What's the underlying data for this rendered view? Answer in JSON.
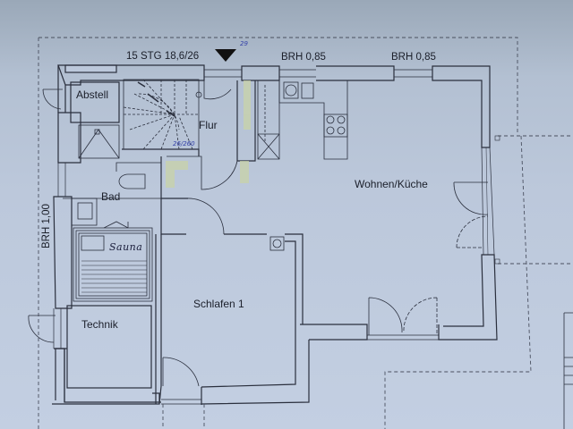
{
  "plan": {
    "type": "floor-plan",
    "annotations": {
      "stairs": "15 STG 18,6/26",
      "window_top_1": "BRH 0,85",
      "window_top_2": "BRH 0,85",
      "window_left": "BRH 1,00",
      "entrance_number": "29",
      "stair_note": "26/260"
    },
    "rooms": [
      {
        "id": "abstell",
        "label": "Abstell"
      },
      {
        "id": "flur",
        "label": "Flur"
      },
      {
        "id": "bad",
        "label": "Bad"
      },
      {
        "id": "sauna",
        "label": "Sauna"
      },
      {
        "id": "wohnen",
        "label": "Wohnen/Küche"
      },
      {
        "id": "schlafen",
        "label": "Schlafen 1"
      },
      {
        "id": "technik",
        "label": "Technik"
      }
    ],
    "colors": {
      "paper": "#bcc8db",
      "wall_line": "#2a2f3d",
      "dashed_line": "#4a5060",
      "highlight": "#c9d3a8",
      "pen_blue": "#3340a8",
      "entrance_marker": "#111111"
    }
  }
}
